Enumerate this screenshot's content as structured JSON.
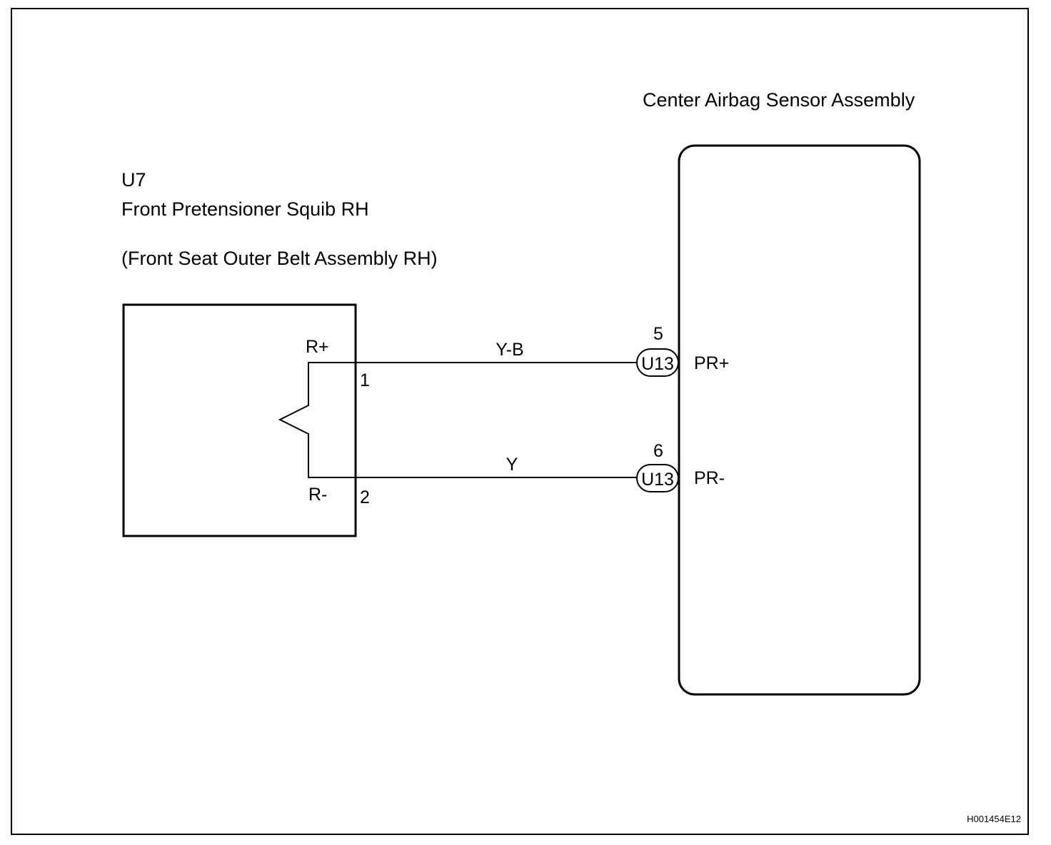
{
  "squib": {
    "connector_id": "U7",
    "name": "Front Pretensioner Squib RH",
    "assembly": "(Front Seat Outer Belt Assembly RH)",
    "pin_plus_label": "R+",
    "pin_minus_label": "R-",
    "pin_plus_number": "1",
    "pin_minus_number": "2"
  },
  "sensor": {
    "title": "Center Airbag Sensor Assembly",
    "terminals": [
      {
        "pin": "5",
        "connector": "U13",
        "label": "PR+"
      },
      {
        "pin": "6",
        "connector": "U13",
        "label": "PR-"
      }
    ]
  },
  "wires": [
    {
      "color_code": "Y-B"
    },
    {
      "color_code": "Y"
    }
  ],
  "figure_code": "H001454E12"
}
